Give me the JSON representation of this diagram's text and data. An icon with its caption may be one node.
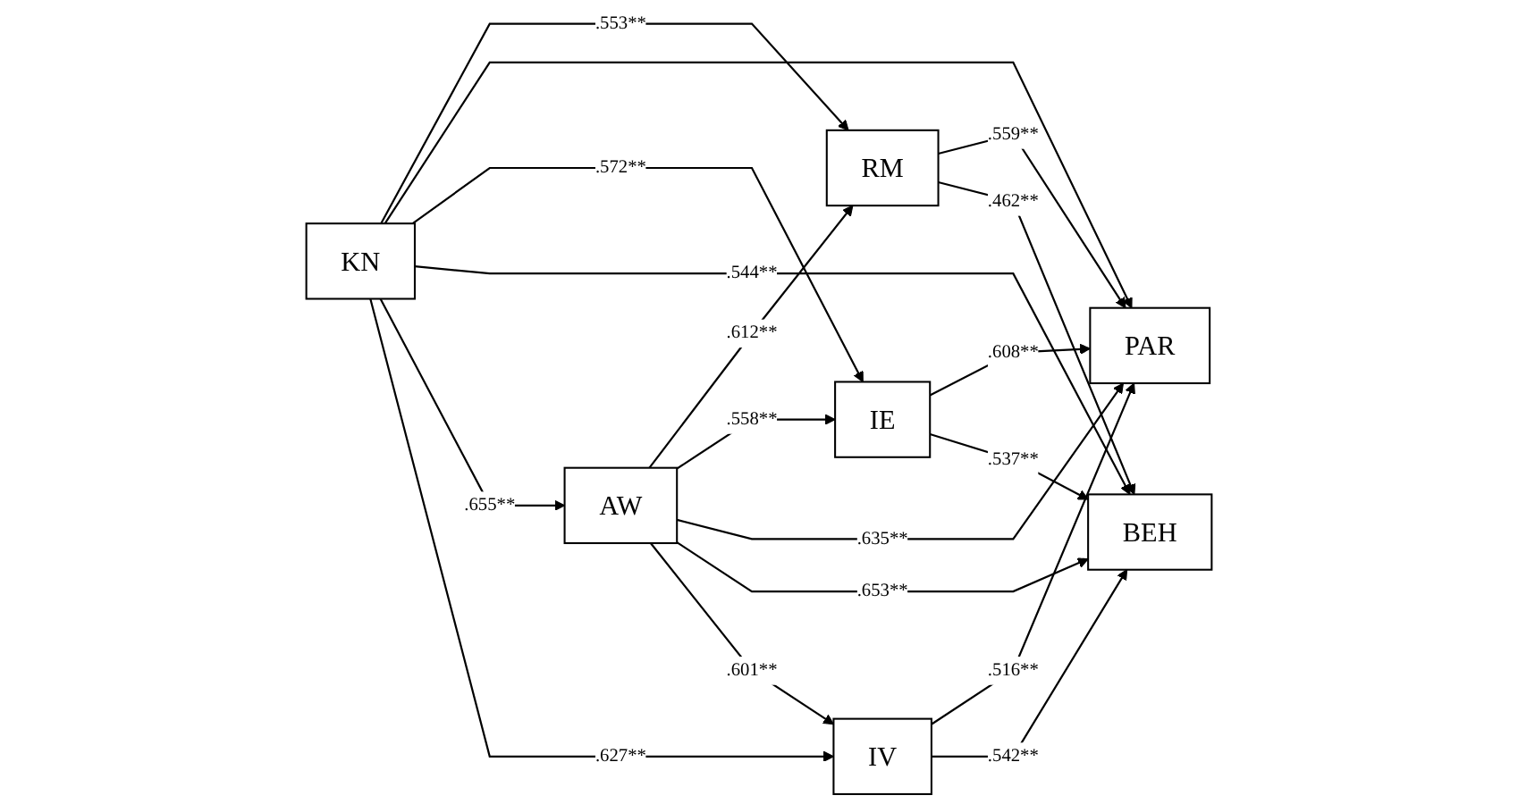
{
  "diagram": {
    "nodes": [
      {
        "text": [
          "KN"
        ]
      },
      {
        "text": [
          "RM"
        ]
      },
      {
        "text": [
          "PAR"
        ]
      },
      {
        "text": [
          "IE"
        ]
      },
      {
        "text": [
          "AW"
        ]
      },
      {
        "text": [
          "BEH"
        ]
      },
      {
        "text": [
          "IV"
        ]
      }
    ],
    "edges": [
      {
        "from": 0,
        "to": 1,
        "arrow": "to",
        "label": ".553**"
      },
      {
        "from": 0,
        "to": 2,
        "arrow": "to"
      },
      {
        "from": 0,
        "to": 3,
        "arrow": "to",
        "label": ".572**"
      },
      {
        "from": 0,
        "to": 5,
        "arrow": "to",
        "label": ".544**"
      },
      {
        "from": 0,
        "to": 4,
        "arrow": "to",
        "label": ".655**"
      },
      {
        "from": 0,
        "to": 6,
        "arrow": "to",
        "label": ".627**"
      },
      {
        "from": 4,
        "to": 1,
        "arrow": "to",
        "label": ".612**"
      },
      {
        "from": 4,
        "to": 3,
        "arrow": "to",
        "label": ".558**"
      },
      {
        "from": 4,
        "to": 2,
        "arrow": "to",
        "label": ".635**"
      },
      {
        "from": 4,
        "to": 5,
        "arrow": "to",
        "label": ".653**"
      },
      {
        "from": 4,
        "to": 6,
        "arrow": "to",
        "label": ".601**"
      },
      {
        "from": 1,
        "to": 2,
        "arrow": "to",
        "label": ".559**"
      },
      {
        "from": 1,
        "to": 5,
        "arrow": "to",
        "label": ".462**"
      },
      {
        "from": 3,
        "to": 2,
        "arrow": "to",
        "label": ".608**"
      },
      {
        "from": 3,
        "to": 5,
        "arrow": "to",
        "label": ".537**"
      },
      {
        "from": 6,
        "to": 2,
        "arrow": "to",
        "label": ".516**"
      },
      {
        "from": 6,
        "to": 5,
        "arrow": "to",
        "label": ".542**"
      }
    ]
  }
}
